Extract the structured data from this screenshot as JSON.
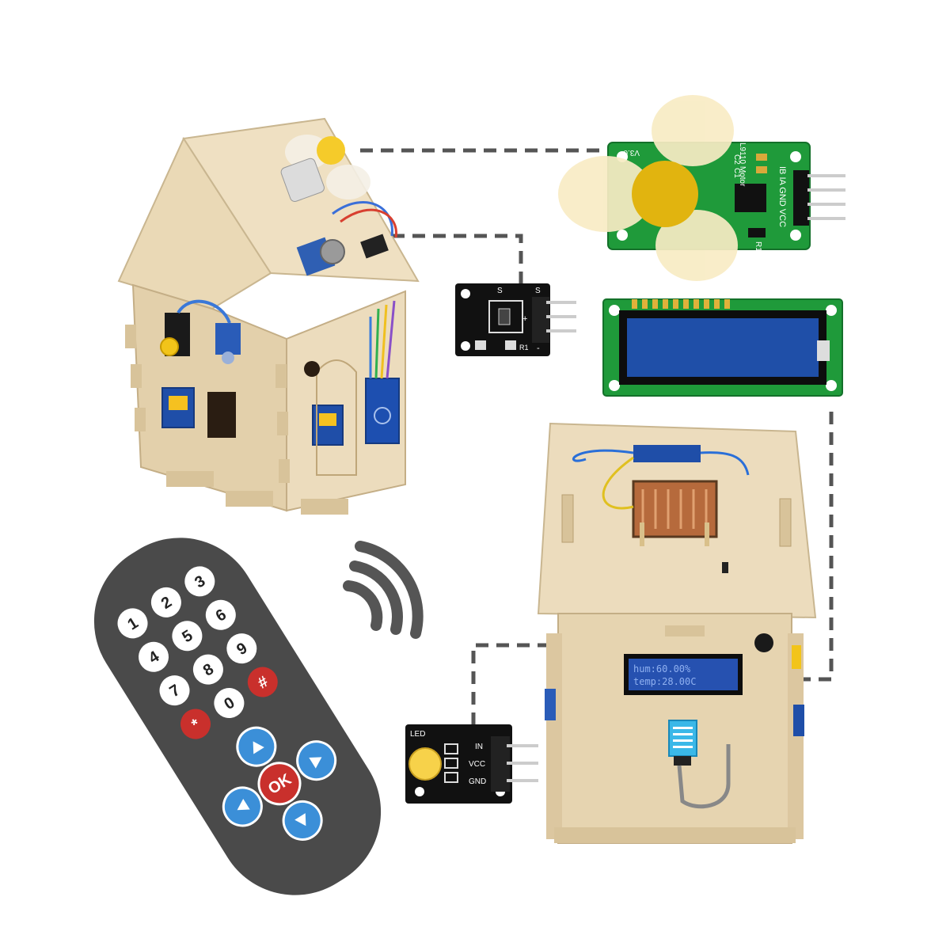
{
  "fan_module": {
    "version": "V3.0",
    "model": "L9110 Motor",
    "pins": "IB IA GND VCC",
    "c1": "C1",
    "c2": "C2",
    "r1": "R1"
  },
  "pir_module": {
    "s_left": "S",
    "s_right": "S",
    "plus": "+",
    "minus": "-",
    "r1": "R1"
  },
  "led_module": {
    "title": "LED",
    "pin_in": "IN",
    "pin_vcc": "VCC",
    "pin_gnd": "GND"
  },
  "house_lcd": {
    "line1": "hum:60.00%",
    "line2": "temp:28.00C"
  },
  "remote": {
    "keys": [
      "1",
      "2",
      "3",
      "4",
      "5",
      "6",
      "7",
      "8",
      "9",
      "0",
      "*",
      "#"
    ],
    "ok": "OK"
  },
  "colors": {
    "wood": "#e8d8b8",
    "pcb_green": "#1f9a3a",
    "pcb_black": "#111111",
    "lcd_blue": "#1f4fa8",
    "fan_yellow": "#f2b70c",
    "remote_body": "#4a4a4a",
    "remote_red": "#c9302c",
    "remote_blue": "#3b8fd8",
    "dashes": "#555555"
  }
}
